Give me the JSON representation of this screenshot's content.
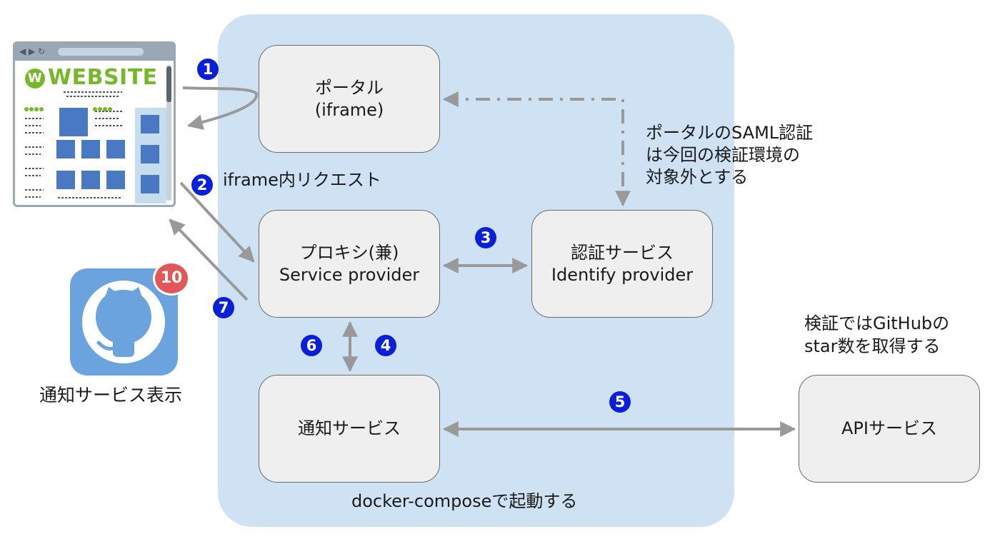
{
  "region": {
    "label": "docker-composeで起動する"
  },
  "nodes": {
    "portal": {
      "line1": "ポータル",
      "line2": "(iframe)"
    },
    "proxy": {
      "line1": "プロキシ(兼)",
      "line2": "Service provider"
    },
    "auth": {
      "line1": "認証サービス",
      "line2": "Identify provider"
    },
    "notify": {
      "label": "通知サービス"
    },
    "api": {
      "label": "APIサービス"
    }
  },
  "annotations": {
    "saml": {
      "line1": "ポータルのSAML認証",
      "line2": "は今回の検証環境の",
      "line3": "対象外とする"
    },
    "iframe_request": "iframe内リクエスト",
    "github": {
      "line1": "検証ではGitHubの",
      "line2": "star数を取得する"
    },
    "notify_display": "通知サービス表示"
  },
  "steps": [
    "1",
    "2",
    "3",
    "4",
    "5",
    "6",
    "7"
  ],
  "website": {
    "logo_text": "WEBSITE",
    "logo_letter": "W",
    "nav_glyphs": "◀ ▶ ↻"
  },
  "notification_badge": {
    "count": "10"
  },
  "colors": {
    "region": "#cfe2f3",
    "node_fill": "#efefef",
    "node_border": "#6b6b6b",
    "arrow": "#999999",
    "step_badge": "#0a20d8",
    "github_tile": "#6aa3de",
    "count_badge": "#e25757",
    "logo_green": "#76b82a"
  },
  "icons": [
    "website-browser-icon",
    "github-octocat-icon"
  ]
}
